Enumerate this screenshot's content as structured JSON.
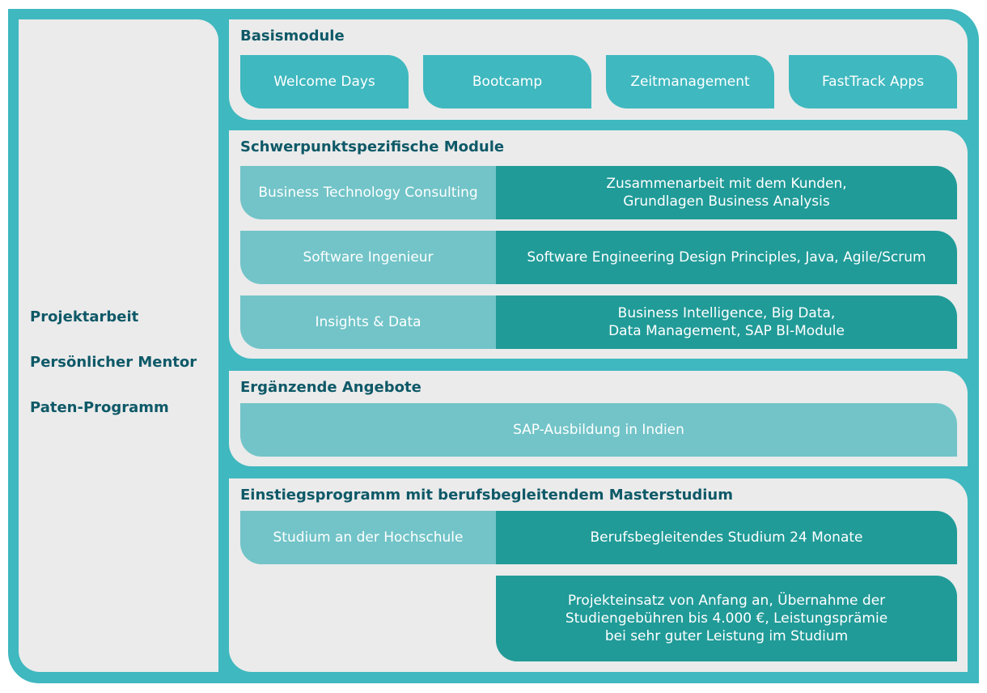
{
  "colors": {
    "frame": "#3fb8bf",
    "panel_bg": "#ebebeb",
    "title_text": "#0e5968",
    "chip_primary": "#3fb8bf",
    "chip_light": "#72c4c8",
    "chip_dark": "#209b98"
  },
  "sidebar": {
    "items": [
      "Projektarbeit",
      "Persönlicher Mentor",
      "Paten-Programm"
    ]
  },
  "basismodule": {
    "title": "Basismodule",
    "items": [
      "Welcome Days",
      "Bootcamp",
      "Zeitmanagement",
      "FastTrack Apps"
    ]
  },
  "schwerpunkt": {
    "title": "Schwerpunktspezifische Module",
    "rows": [
      {
        "track": "Business Technology Consulting",
        "content": "Zusammenarbeit mit dem Kunden,\nGrundlagen Business Analysis"
      },
      {
        "track": "Software Ingenieur",
        "content": "Software Engineering Design Principles, Java, Agile/Scrum"
      },
      {
        "track": "Insights & Data",
        "content": "Business Intelligence, Big Data,\nData Management, SAP BI-Module"
      }
    ]
  },
  "ergaenzend": {
    "title": "Ergänzende Angebote",
    "item": "SAP-Ausbildung in Indien"
  },
  "einstieg": {
    "title": "Einstiegsprogramm mit berufsbegleitendem Masterstudium",
    "row": {
      "track": "Studium an der Hochschule",
      "content": "Berufsbegleitendes Studium 24 Monate"
    },
    "benefits": "Projekteinsatz von Anfang an, Übernahme der\nStudiengebühren bis 4.000 €, Leistungsprämie\nbei sehr guter Leistung im Studium"
  }
}
